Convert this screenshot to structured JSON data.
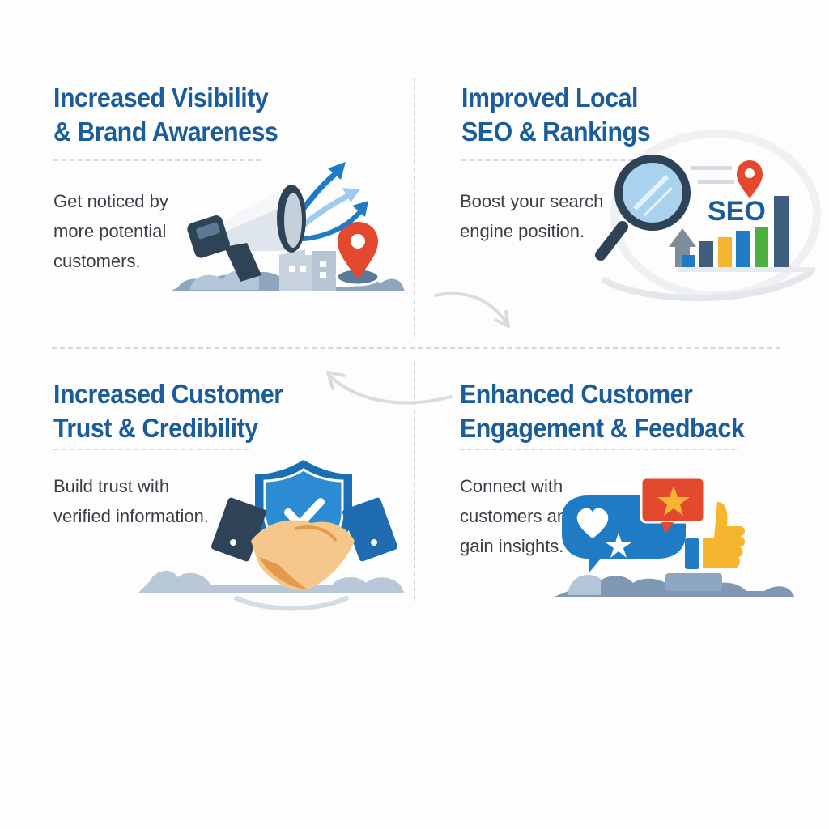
{
  "colors": {
    "title": "#1a5d9a",
    "body_text": "#3a3f47",
    "divider": "#d4d7dc",
    "accent_blue": "#1f7cc4",
    "accent_red": "#e2492f",
    "accent_yellow": "#f6b52e",
    "accent_green": "#4caf3f",
    "navy": "#2f4357"
  },
  "quadrants": [
    {
      "id": "visibility",
      "title_line1": "Increased Visibility",
      "title_line2": "& Brand Awareness",
      "desc_lines": [
        "Get noticed by",
        "more potential",
        "customers."
      ],
      "illustration": "megaphone-icon"
    },
    {
      "id": "seo",
      "title_line1": "Improved Local",
      "title_line2": "SEO & Rankings",
      "desc_lines": [
        "Boost your search",
        "engine position."
      ],
      "illustration": "magnifier-seo-chart-icon",
      "badge_text": "SEO"
    },
    {
      "id": "trust",
      "title_line1": "Increased Customer",
      "title_line2": "Trust & Credibility",
      "desc_lines": [
        "Build trust with",
        "verified information."
      ],
      "illustration": "shield-handshake-icon"
    },
    {
      "id": "engagement",
      "title_line1": "Enhanced Customer",
      "title_line2": "Engagement & Feedback",
      "desc_lines": [
        "Connect with",
        "customers and",
        "gain insights."
      ],
      "illustration": "chat-feedback-icon"
    }
  ],
  "flow_arrows": [
    "arrow-right-down",
    "arrow-left-up"
  ]
}
